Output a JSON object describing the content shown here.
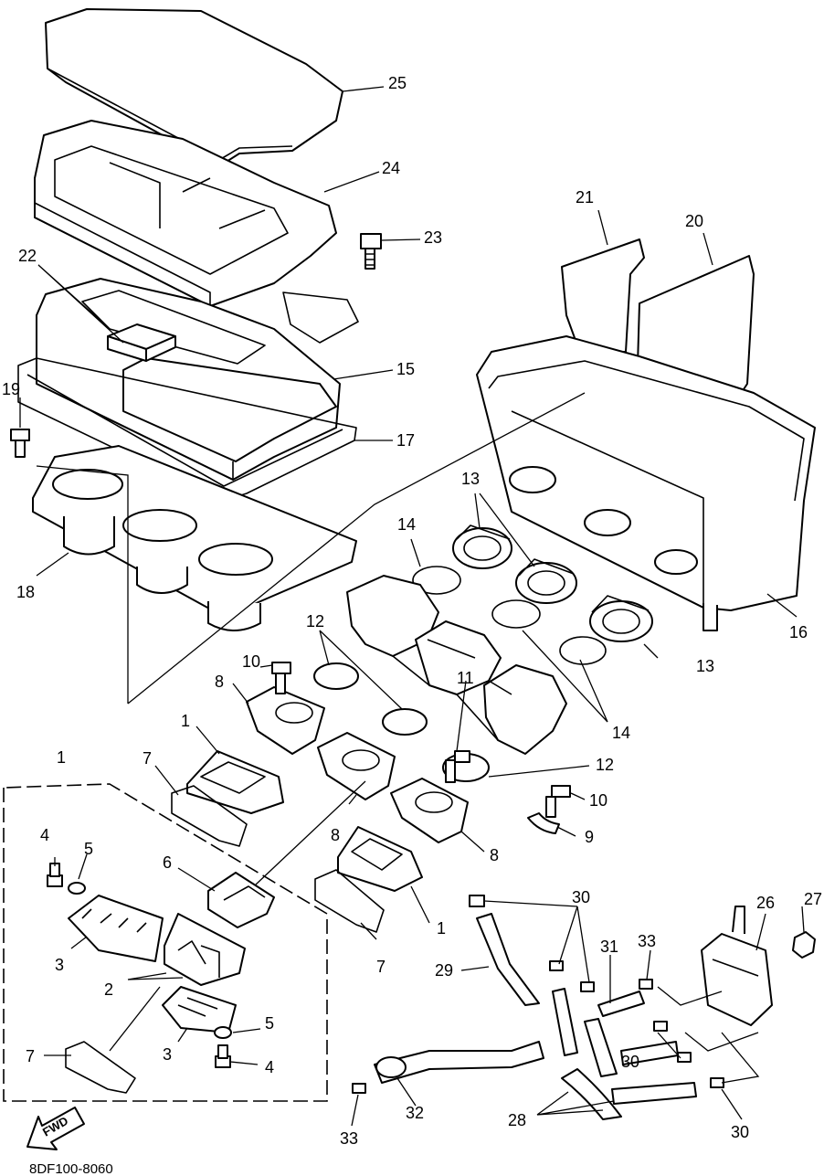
{
  "diagram": {
    "drawing_code": "8DF100-8060",
    "direction_label": "FWD",
    "callouts": {
      "c1a": "1",
      "c1b": "1",
      "c1c": "1",
      "c2": "2",
      "c3a": "3",
      "c3b": "3",
      "c4a": "4",
      "c4b": "4",
      "c5a": "5",
      "c5b": "5",
      "c6": "6",
      "c7a": "7",
      "c7b": "7",
      "c7c": "7",
      "c8a": "8",
      "c8b": "8",
      "c8c": "8",
      "c9": "9",
      "c10a": "10",
      "c10b": "10",
      "c11": "11",
      "c12a": "12",
      "c12b": "12",
      "c13a": "13",
      "c13b": "13",
      "c14a": "14",
      "c14b": "14",
      "c15": "15",
      "c16": "16",
      "c17": "17",
      "c18": "18",
      "c19": "19",
      "c20": "20",
      "c21": "21",
      "c22": "22",
      "c23": "23",
      "c24": "24",
      "c25": "25",
      "c26": "26",
      "c27": "27",
      "c28": "28",
      "c29": "29",
      "c30a": "30",
      "c30b": "30",
      "c30c": "30",
      "c31": "31",
      "c32": "32",
      "c33a": "33",
      "c33b": "33"
    }
  }
}
